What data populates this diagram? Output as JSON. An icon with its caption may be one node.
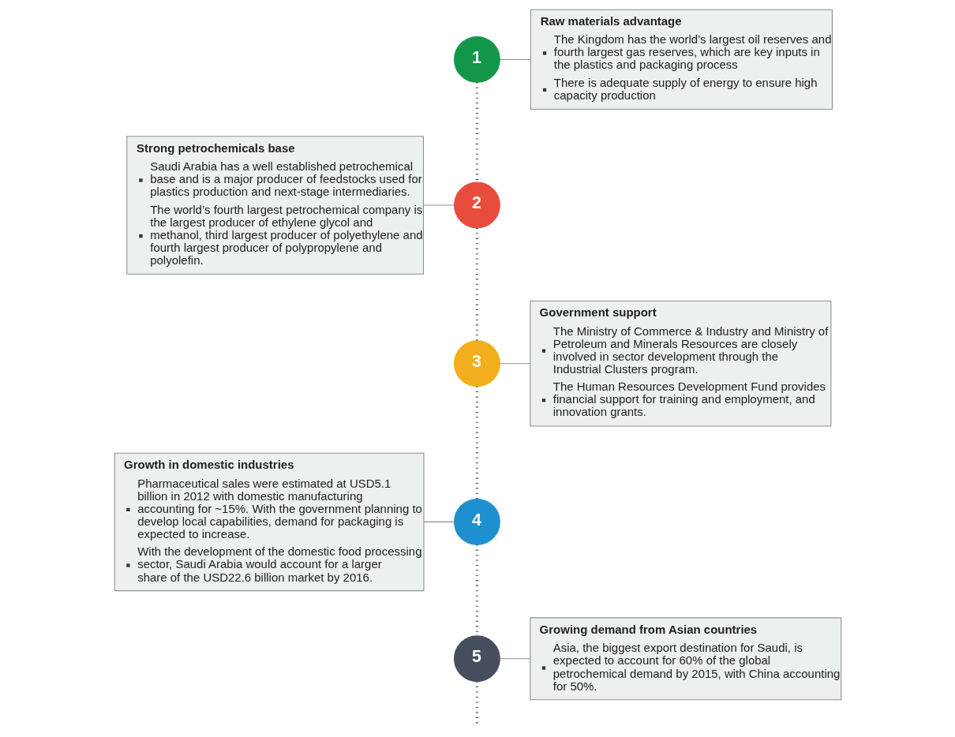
{
  "diagram": {
    "nodes": [
      {
        "text": [
          "1"
        ]
      },
      {
        "text": [
          "Raw materials advantage",
          "The Kingdom has the world’s largest oil reserves and fourth largest gas reserves, which are key inputs in the plastics and packaging process",
          "There is adequate supply of energy to ensure high capacity production"
        ]
      },
      {
        "text": [
          "Strong petrochemicals base",
          "Saudi Arabia has a well established petrochemical base and is a major producer of feedstocks used for plastics production and next-stage intermediaries.",
          "The world’s fourth largest petrochemical company is the largest producer of ethylene glycol and methanol, third largest producer of polyethylene and fourth largest producer of polypropylene and polyolefin."
        ]
      },
      {
        "text": [
          "2"
        ]
      },
      {
        "text": [
          "3"
        ]
      },
      {
        "text": [
          "Government support",
          "The Ministry of Commerce & Industry and Ministry of Petroleum and Minerals Resources are closely involved in sector development through the Industrial Clusters program.",
          "The Human Resources Development Fund provides financial support for training and employment, and innovation grants."
        ]
      },
      {
        "text": [
          "Growth in domestic industries",
          "Pharmaceutical sales were estimated at USD5.1 billion in 2012 with domestic manufacturing accounting for ~15%. With the government planning to develop local capabilities, demand for packaging is expected to increase.",
          "With the development of the domestic food processing sector, Saudi Arabia would account for a larger share of the USD22.6 billion market by 2016."
        ]
      },
      {
        "text": [
          "4"
        ]
      },
      {
        "text": [
          "5"
        ]
      },
      {
        "text": [
          "Growing demand from Asian countries",
          "Asia, the biggest export destination for Saudi, is expected to account for 60% of the global petrochemical demand by 2015, with China accounting for 50%."
        ]
      }
    ],
    "edges": [
      {
        "from": 0,
        "to": 1,
        "arrow": "none"
      },
      {
        "from": 0,
        "to": 3,
        "arrow": "none",
        "style": "dashed"
      },
      {
        "from": 3,
        "to": 2,
        "arrow": "none"
      },
      {
        "from": 3,
        "to": 4,
        "arrow": "none",
        "style": "dashed"
      },
      {
        "from": 4,
        "to": 5,
        "arrow": "none"
      },
      {
        "from": 4,
        "to": 7,
        "arrow": "none",
        "style": "dashed"
      },
      {
        "from": 7,
        "to": 6,
        "arrow": "none"
      },
      {
        "from": 7,
        "to": 8,
        "arrow": "none",
        "style": "dashed"
      },
      {
        "from": 8,
        "to": 9,
        "arrow": "none"
      },
      {
        "from": 8,
        "to": null,
        "arrow": "none",
        "style": "dashed"
      }
    ]
  }
}
